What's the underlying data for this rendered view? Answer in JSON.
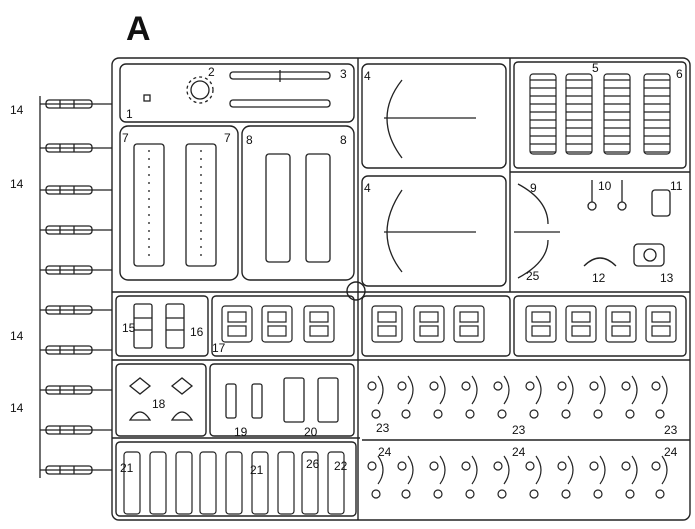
{
  "sprue": {
    "letter": "A",
    "labels": [
      {
        "id": "p1",
        "text": "1"
      },
      {
        "id": "p2",
        "text": "2"
      },
      {
        "id": "p3",
        "text": "3"
      },
      {
        "id": "p4a",
        "text": "4"
      },
      {
        "id": "p4b",
        "text": "4"
      },
      {
        "id": "p5",
        "text": "5"
      },
      {
        "id": "p6",
        "text": "6"
      },
      {
        "id": "p7a",
        "text": "7"
      },
      {
        "id": "p7b",
        "text": "7"
      },
      {
        "id": "p8a",
        "text": "8"
      },
      {
        "id": "p8b",
        "text": "8"
      },
      {
        "id": "p9",
        "text": "9"
      },
      {
        "id": "p10",
        "text": "10"
      },
      {
        "id": "p11",
        "text": "11"
      },
      {
        "id": "p12",
        "text": "12"
      },
      {
        "id": "p13",
        "text": "13"
      },
      {
        "id": "p14a",
        "text": "14"
      },
      {
        "id": "p14b",
        "text": "14"
      },
      {
        "id": "p14c",
        "text": "14"
      },
      {
        "id": "p14d",
        "text": "14"
      },
      {
        "id": "p15",
        "text": "15"
      },
      {
        "id": "p16",
        "text": "16"
      },
      {
        "id": "p17",
        "text": "17"
      },
      {
        "id": "p18",
        "text": "18"
      },
      {
        "id": "p19",
        "text": "19"
      },
      {
        "id": "p20",
        "text": "20"
      },
      {
        "id": "p21a",
        "text": "21"
      },
      {
        "id": "p21b",
        "text": "21"
      },
      {
        "id": "p22",
        "text": "22"
      },
      {
        "id": "p23a",
        "text": "23"
      },
      {
        "id": "p23b",
        "text": "23"
      },
      {
        "id": "p23c",
        "text": "23"
      },
      {
        "id": "p24a",
        "text": "24"
      },
      {
        "id": "p24b",
        "text": "24"
      },
      {
        "id": "p24c",
        "text": "24"
      },
      {
        "id": "p25",
        "text": "25"
      },
      {
        "id": "p26",
        "text": "26"
      }
    ]
  }
}
